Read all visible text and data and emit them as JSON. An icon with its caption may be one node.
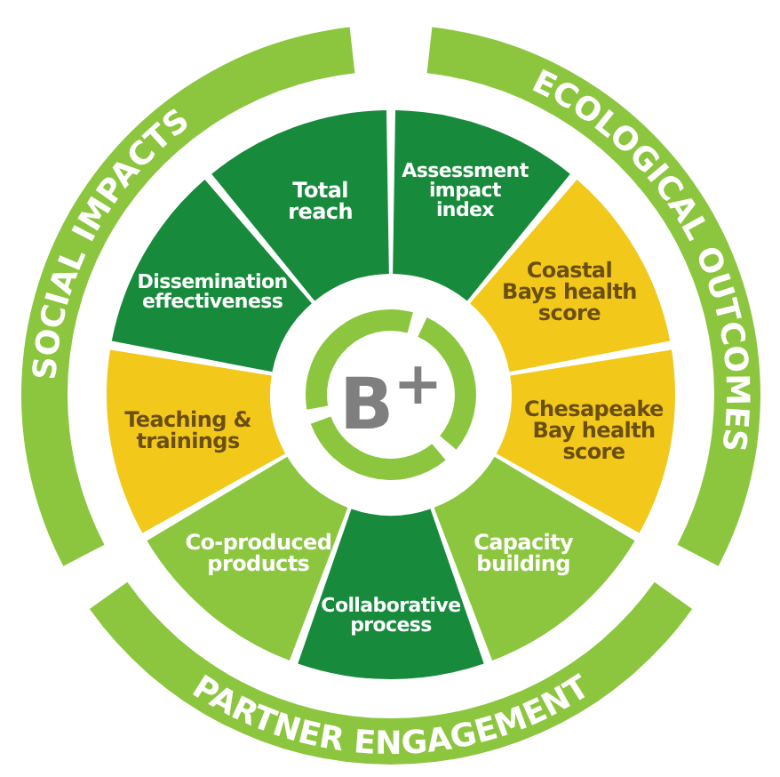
{
  "diagram": {
    "nodes": [
      {
        "text": [
          "SOCIAL IMPACTS"
        ]
      },
      {
        "text": [
          "ECOLOGICAL OUTCOMES"
        ]
      },
      {
        "text": [
          "PARTNER ENGAGEMENT"
        ]
      },
      {
        "text": [
          "Total reach"
        ]
      },
      {
        "text": [
          "Assessment impact index"
        ]
      },
      {
        "text": [
          "Dissemination effectiveness"
        ]
      },
      {
        "text": [
          "Coastal Bays health score"
        ]
      },
      {
        "text": [
          "Teaching & trainings"
        ]
      },
      {
        "text": [
          "Chesapeake Bay health score"
        ]
      },
      {
        "text": [
          "Co-produced products"
        ]
      },
      {
        "text": [
          "Capacity building"
        ]
      },
      {
        "text": [
          "Collaborative process"
        ]
      },
      {
        "text": [
          "B$^{+}$"
        ]
      }
    ],
    "edges": []
  }
}
